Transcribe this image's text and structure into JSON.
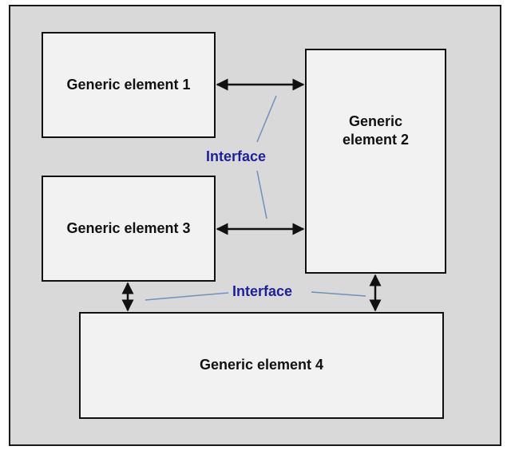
{
  "diagram": {
    "elements": [
      {
        "label": "Generic element 1"
      },
      {
        "line1": "Generic",
        "line2": "element 2"
      },
      {
        "label": "Generic element 3"
      },
      {
        "label": "Generic element 4"
      }
    ],
    "interfaces": [
      {
        "label": "Interface"
      },
      {
        "label": "Interface"
      }
    ],
    "colors": {
      "background": "#d9d9d9",
      "box_fill": "#f2f2f2",
      "interface_text": "#1f1f9e",
      "interface_line": "#6f8fbf",
      "arrow": "#111111"
    }
  }
}
